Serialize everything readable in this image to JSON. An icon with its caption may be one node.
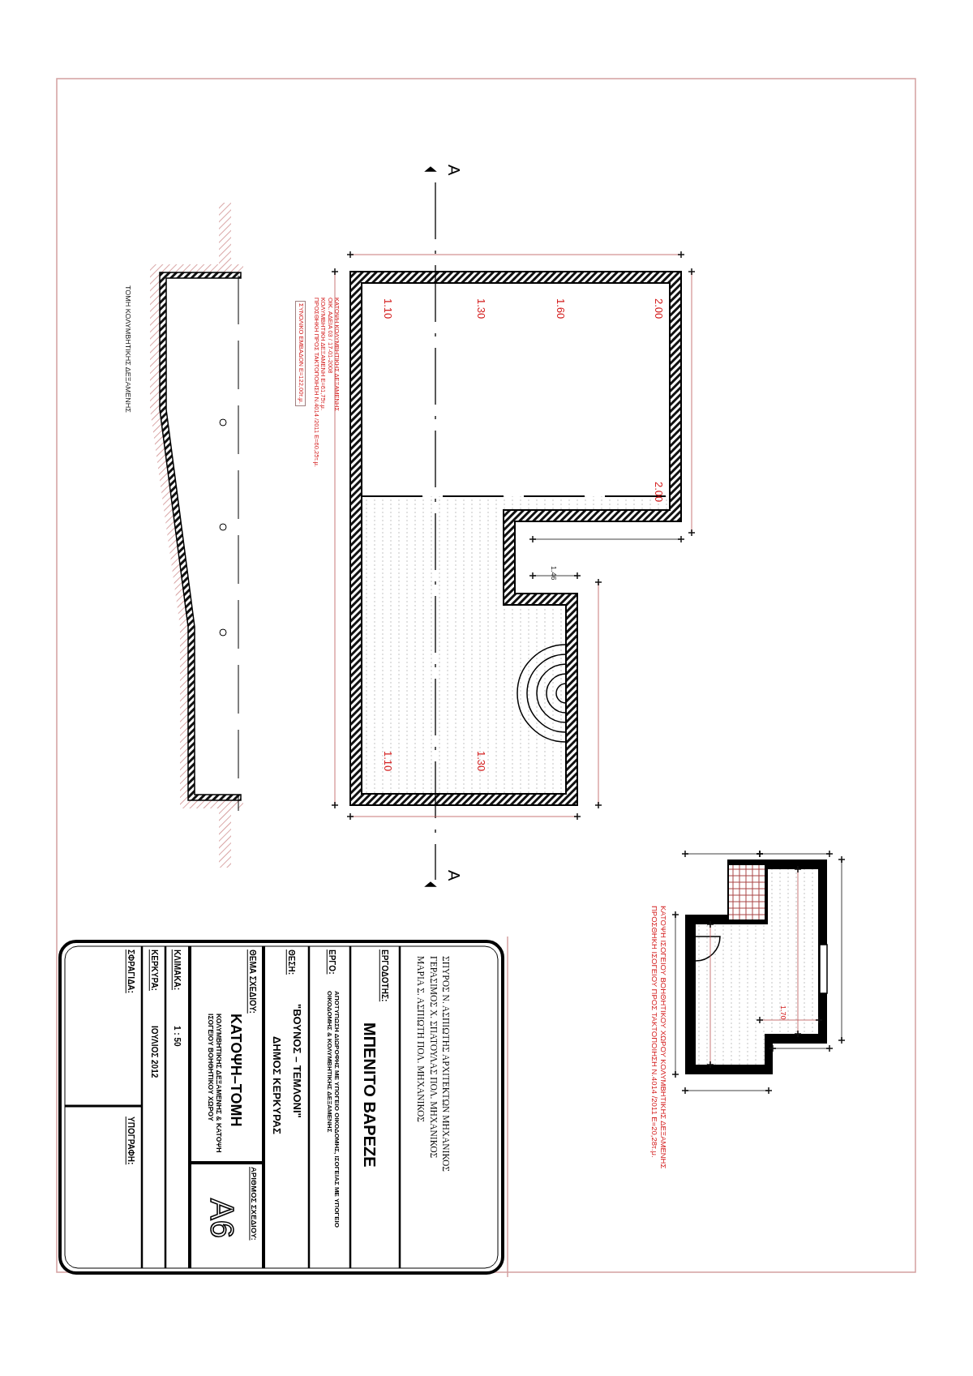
{
  "diagram": {
    "nodes": [
      {
        "text": [
          "ΣΥΝΟΛΙΚΟ ΕΜΒΑΔΟΝ Ε=122,00τ.μ."
        ]
      }
    ],
    "labels": [
      "A",
      "A",
      "1.10",
      "1.30",
      "1.60",
      "2.00",
      "2.00",
      "1.46",
      "1.10",
      "1.30",
      "ΤΟΜΗ ΚΟΛΥΜΒΗΤΙΚΗΣ ΔΕΞΑΜΕΝΗΣ",
      "ΚΑΤΟΨΗ ΚΟΛΥΜΒΗΤΙΚΗΣ ΔΕΞΑΜΕΝΗΣ",
      "ΟΙΚ. ΑΔΕΙΑ 03 / 17-01-2008",
      "ΚΟΛΥΜΒΗΤΙΚΗ ΔΕΞΑΜΕΝΗ Ε=61,75τ.μ.",
      "ΠΡΟΣΘΗΚΗ ΠΡΟΣ ΤΑΚΤΟΠΟΙΗΣΗ Ν.4014 /2011 Ε=60,25τ.μ.",
      "1.70",
      "ΚΑΤΟΨΗ ΙΣΟΓΕΙΟΥ ΒΟΗΘΗΤΙΚΟΥ ΧΩΡΟΥ ΚΟΛΥΜΒΗΤΙΚΗΣ ΔΕΞΑΜΕΝΗΣ",
      "ΠΡΟΣΘΗΚΗ ΙΣΟΓΕΙΟΥ ΠΡΟΣ ΤΑΚΤΟΠΟΙΗΣΗ Ν.4014 /2011 Ε=20,28τ.μ.",
      "ΣΠΥΡΟΣ Ν. ΑΣΠΙΩΤΗΣ ΑΡΧΙΤΕΚΤΩΝ ΜΗΧΑΝΙΚΟΣ",
      "ΓΕΡΑΣΙΜΟΣ Χ. ΣΠΑΤΟΥΛΑΣ ΠΟΛ. ΜΗΧΑΝΙΚΟΣ",
      "ΜΑΡΙΑ Σ. ΑΣΠΙΩΤΗ ΠΟΛ. ΜΗΧΑΝΙΚΟΣ",
      "ΕΡΓΟΔΟΤΗΣ:",
      "ΜΠΕΝΙΤΟ ΒΑΡΕΖΕ",
      "ΕΡΓΟ:",
      "ΑΠΟΤΥΠΩΣΗ ΔΙΩΡΟΦΗΣ ΜΕ ΥΠΟΓΕΙΟ ΟΙΚΟΔΟΜΗΣ, ΙΣΟΓΕΙΑΣ ΜΕ ΥΠΟΓΕΙΟ ΟΙΚΟΔΟΜΗΣ & ΚΟΛΥΜΒΗΤΙΚΗΣ ΔΕΞΑΜΕΝΗΣ",
      "ΘΕΣΗ:",
      "\"ΒΟΥΝΟΣ – ΤΕΜΛΟΝΙ\"",
      "ΔΗΜΟΣ ΚΕΡΚΥΡΑΣ",
      "ΘΕΜΑ ΣΧΕΔΙΟΥ:",
      "ΚΑΤΟΨΗ–ΤΟΜΗ",
      "ΚΟΛΥΜΒΗΤΙΚΗΣ ΔΕΞΑΜΕΝΗΣ & ΚΑΤΟΨΗ ΙΣΟΓΕΙΟΥ ΒΟΗΘΗΤΙΚΟΥ ΧΩΡΟΥ",
      "ΑΡΙΘΜΟΣ ΣΧΕΔΙΟΥ:",
      "Α6",
      "ΚΛΙΜΑΚΑ:",
      "1 : 50",
      "ΚΕΡΚΥΡΑ:",
      "ΙΟΥΛΙΟΣ 2012",
      "ΣΦΡΑΓΙΔΑ:",
      "ΥΠΟΓΡΑΦΗ:"
    ]
  }
}
